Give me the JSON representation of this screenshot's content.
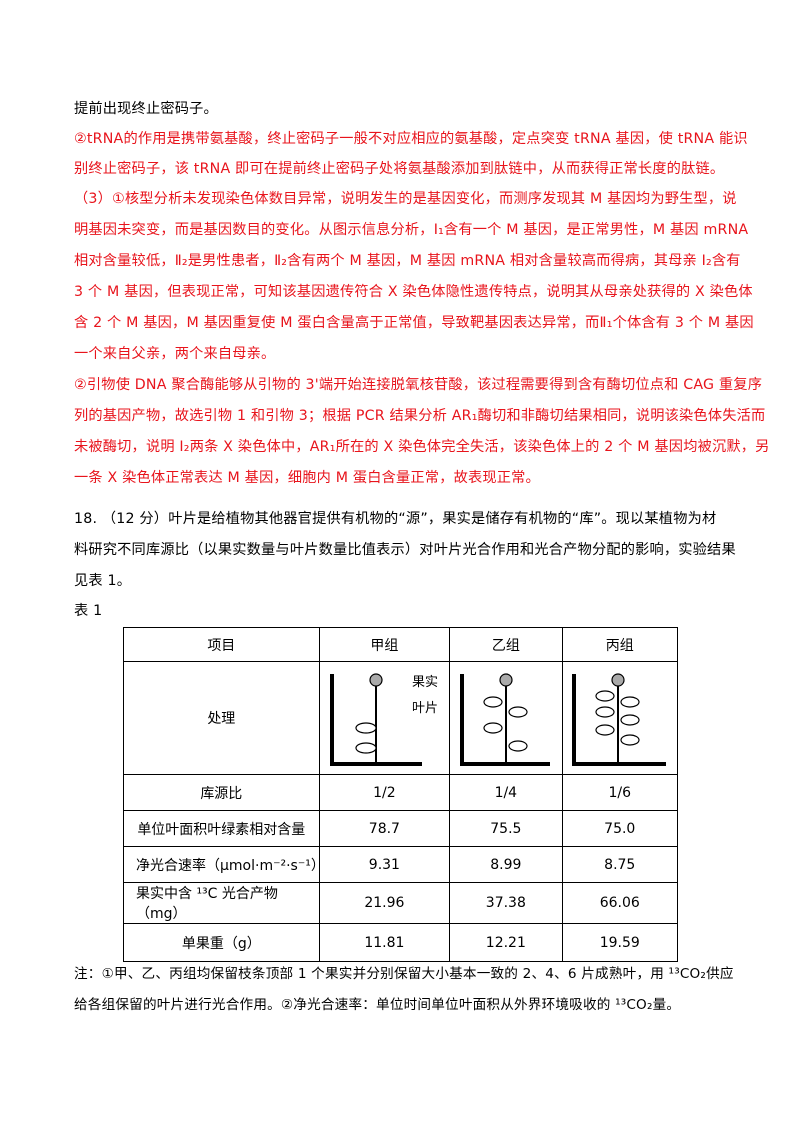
{
  "answer_lines": [
    {
      "color": "black",
      "text": "提前出现终止密码子。"
    },
    {
      "color": "red",
      "text": "②tRNA的作用是携带氨基酸，终止密码子一般不对应相应的氨基酸，定点突变 tRNA 基因，使 tRNA 能识"
    },
    {
      "color": "red",
      "text": "别终止密码子，该 tRNA 即可在提前终止密码子处将氨基酸添加到肽链中，从而获得正常长度的肽链。"
    },
    {
      "color": "red",
      "text": "（3）①核型分析未发现染色体数目异常，说明发生的是基因变化，而测序发现其 M 基因均为野生型，说"
    },
    {
      "color": "red",
      "text": "明基因未突变，而是基因数目的变化。从图示信息分析，I₁含有一个 M 基因，是正常男性，M 基因 mRNA"
    },
    {
      "color": "red",
      "text": "相对含量较低，Ⅱ₂是男性患者，Ⅱ₂含有两个 M 基因，M 基因 mRNA 相对含量较高而得病，其母亲 I₂含有"
    },
    {
      "color": "red",
      "text": "3 个 M 基因，但表现正常，可知该基因遗传符合 X 染色体隐性遗传特点，说明其从母亲处获得的 X 染色体"
    },
    {
      "color": "red",
      "text": "含 2 个 M 基因，M 基因重复使 M 蛋白含量高于正常值，导致靶基因表达异常，而Ⅱ₁个体含有 3 个 M 基因"
    },
    {
      "color": "red",
      "text": "一个来自父亲，两个来自母亲。"
    },
    {
      "color": "red",
      "text": "②引物使 DNA 聚合酶能够从引物的 3'端开始连接脱氧核苷酸，该过程需要得到含有酶切位点和 CAG 重复序"
    },
    {
      "color": "red",
      "text": "列的基因产物，故选引物 1 和引物 3；根据 PCR 结果分析 AR₁酶切和非酶切结果相同，说明该染色体失活而"
    },
    {
      "color": "red",
      "text": "未被酶切，说明 I₂两条 X 染色体中，AR₁所在的 X 染色体完全失活，该染色体上的 2 个 M 基因均被沉默，另"
    },
    {
      "color": "red",
      "text": "一条 X 染色体正常表达 M 基因，细胞内 M 蛋白含量正常，故表现正常。"
    }
  ],
  "question_lines": [
    "18.  （12 分）叶片是给植物其他器官提供有机物的“源”，果实是储存有机物的“库”。现以某植物为材",
    "料研究不同库源比（以果实数量与叶片数量比值表示）对叶片光合作用和光合产物分配的影响，实验结果",
    "见表 1。"
  ],
  "table_label": "表 1",
  "table": {
    "headers": [
      "项目",
      "甲组",
      "乙组",
      "丙组"
    ],
    "treatment_label": "处理",
    "diagram_labels": {
      "fruit": "果实",
      "leaf": "叶片"
    },
    "rows": [
      {
        "label": "库源比",
        "values": [
          "1/2",
          "1/4",
          "1/6"
        ]
      },
      {
        "label": "单位叶面积叶绿素相对含量",
        "values": [
          "78.7",
          "75.5",
          "75.0"
        ]
      },
      {
        "label": "净光合速率（μmol·m⁻²·s⁻¹）",
        "values": [
          "9.31",
          "8.99",
          "8.75"
        ]
      },
      {
        "label": "果实中含 ¹³C 光合产物（mg）",
        "values": [
          "21.96",
          "37.38",
          "66.06"
        ]
      },
      {
        "label": "单果重（g）",
        "values": [
          "11.81",
          "12.21",
          "19.59"
        ]
      }
    ]
  },
  "note_lines": [
    "注：①甲、乙、丙组均保留枝条顶部 1 个果实并分别保留大小基本一致的 2、4、6 片成熟叶，用 ¹³CO₂供应",
    "给各组保留的叶片进行光合作用。②净光合速率：单位时间单位叶面积从外界环境吸收的 ¹³CO₂量。"
  ]
}
